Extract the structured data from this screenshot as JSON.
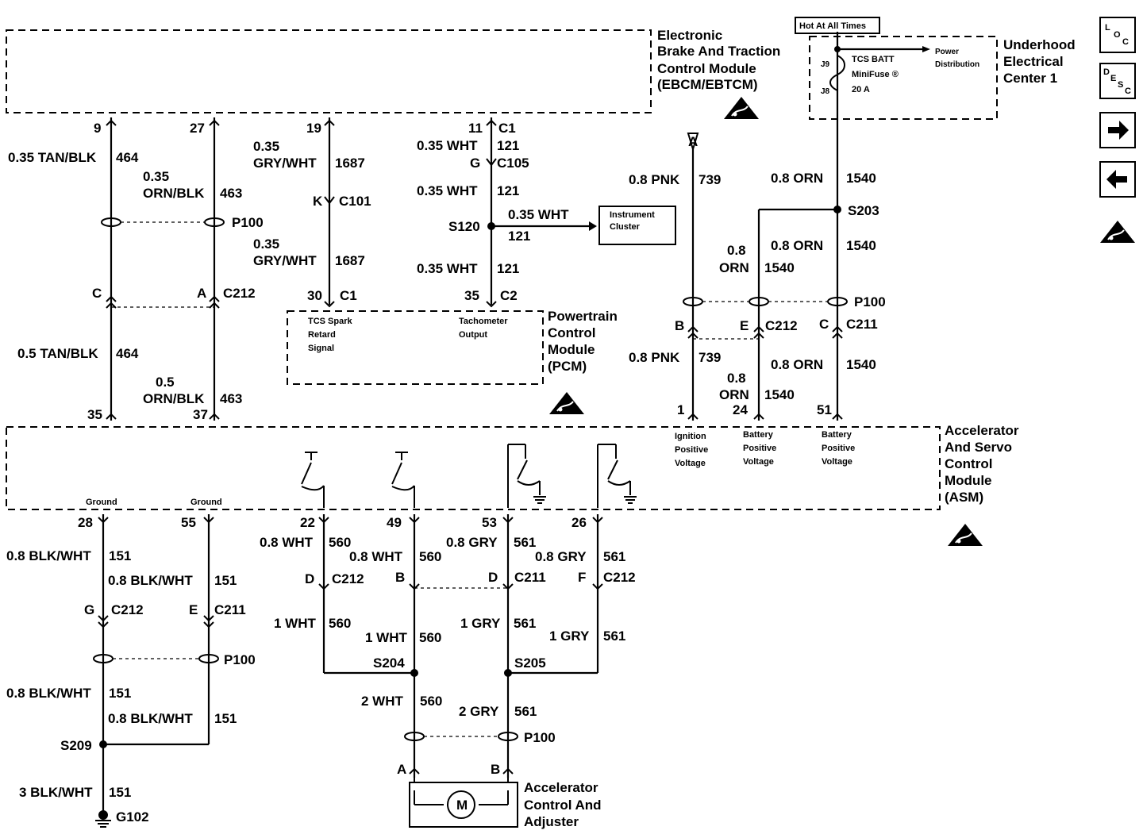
{
  "modules": {
    "ebcm": [
      "Electronic",
      "Brake And Traction",
      "Control Module",
      "(EBCM/EBTCM)"
    ],
    "pcm": [
      "Powertrain",
      "Control",
      "Module",
      "(PCM)"
    ],
    "pcm_tcs": [
      "TCS Spark",
      "Retard",
      "Signal"
    ],
    "pcm_tach": [
      "Tachometer",
      "Output"
    ],
    "asm": [
      "Accelerator",
      "And Servo",
      "Control",
      "Module",
      "(ASM)"
    ],
    "asm_ign": [
      "Ignition",
      "Positive",
      "Voltage"
    ],
    "asm_bat1": [
      "Battery",
      "Positive",
      "Voltage"
    ],
    "asm_bat2": [
      "Battery",
      "Positive",
      "Voltage"
    ],
    "asm_ground1": "Ground",
    "asm_ground2": "Ground",
    "uec": [
      "Underhood",
      "Electrical",
      "Center 1"
    ],
    "hot": "Hot At All Times",
    "fuse": [
      "TCS BATT",
      "MiniFuse ®",
      "20 A"
    ],
    "power_dist": [
      "Power",
      "Distribution"
    ],
    "j9": "J9",
    "j8": "J8",
    "cluster": [
      "Instrument",
      "Cluster"
    ],
    "motor": [
      "Accelerator",
      "Control And",
      "Adjuster"
    ],
    "motor_m": "M"
  },
  "nav_icons": {
    "loc": [
      "L",
      "O",
      "C"
    ],
    "desc": [
      "D",
      "E",
      "S",
      "C"
    ],
    "next": "arrow-right-icon",
    "prev": "arrow-left-icon",
    "esd": "esd-warning-icon"
  },
  "labels": {
    "p9": "9",
    "p27": "27",
    "p19": "19",
    "p11": "11",
    "c1a": "C1",
    "w464a": "0.35 TAN/BLK",
    "c464a": "464",
    "w463a1": "0.35",
    "w463a2": "ORN/BLK",
    "c463a": "463",
    "w1687a1": "0.35",
    "w1687a2": "GRY/WHT",
    "c1687a": "1687",
    "w1687b1": "0.35",
    "w1687b2": "GRY/WHT",
    "c1687b": "1687",
    "kc101k": "K",
    "kc101": "C101",
    "w121a": "0.35 WHT",
    "c121a": "121",
    "gc105g": "G",
    "gc105": "C105",
    "w121b": "0.35 WHT",
    "c121b": "121",
    "s120": "S120",
    "w121c": "0.35 WHT",
    "c121c": "121",
    "w121d": "0.35 WHT",
    "c121d": "121",
    "p100a": "P100",
    "c212ac": "C",
    "c212aa": "A",
    "c212a": "C212",
    "p30": "30",
    "c1b": "C1",
    "p35b": "35",
    "c2b": "C2",
    "w464b": "0.5 TAN/BLK",
    "c464b": "464",
    "w463b1": "0.5",
    "w463b2": "ORN/BLK",
    "c463b": "463",
    "p35": "35",
    "p37": "37",
    "w739a": "0.8 PNK",
    "c739a": "739",
    "w1540a": "0.8 ORN",
    "c1540a": "1540",
    "s203": "S203",
    "w1540b1": "0.8",
    "w1540b2": "ORN",
    "c1540b": "1540",
    "w1540c": "0.8 ORN",
    "c1540c": "1540",
    "p100b": "P100",
    "c212bb": "B",
    "c212be": "E",
    "c212b": "C212",
    "c211bc": "C",
    "c211b": "C211",
    "w739b": "0.8 PNK",
    "c739b": "739",
    "w1540d1": "0.8",
    "w1540d2": "ORN",
    "c1540d": "1540",
    "w1540e": "0.8 ORN",
    "c1540e": "1540",
    "p1": "1",
    "p24": "24",
    "p51": "51",
    "terminal_a": "A",
    "p28": "28",
    "p55": "55",
    "p22": "22",
    "p49": "49",
    "p53": "53",
    "p26": "26",
    "w151a": "0.8 BLK/WHT",
    "c151a": "151",
    "w151b": "0.8 BLK/WHT",
    "c151b": "151",
    "c212gg": "G",
    "c212g": "C212",
    "c211ee": "E",
    "c211e": "C211",
    "p100c": "P100",
    "w151c": "0.8 BLK/WHT",
    "c151c": "151",
    "w151d": "0.8 BLK/WHT",
    "c151d": "151",
    "s209": "S209",
    "w151e": "3 BLK/WHT",
    "c151e": "151",
    "g102": "G102",
    "w560a": "0.8 WHT",
    "c560a": "560",
    "w560b": "0.8 WHT",
    "c560b": "560",
    "w561a": "0.8 GRY",
    "c561a": "561",
    "w561b": "0.8 GRY",
    "c561b": "561",
    "c212dd": "D",
    "c212d": "C212",
    "c212bb2": "B",
    "c211dd": "D",
    "c211d": "C211",
    "c212ff": "F",
    "c212f": "C212",
    "w560c": "1 WHT",
    "c560c": "560",
    "w560d": "1 WHT",
    "c560d": "560",
    "w561c": "1 GRY",
    "c561c": "561",
    "w561d": "1 GRY",
    "c561d": "561",
    "s204": "S204",
    "s205": "S205",
    "w560e": "2 WHT",
    "c560e": "560",
    "w561e": "2 GRY",
    "c561e": "561",
    "p100d": "P100",
    "ma": "A",
    "mb": "B"
  }
}
